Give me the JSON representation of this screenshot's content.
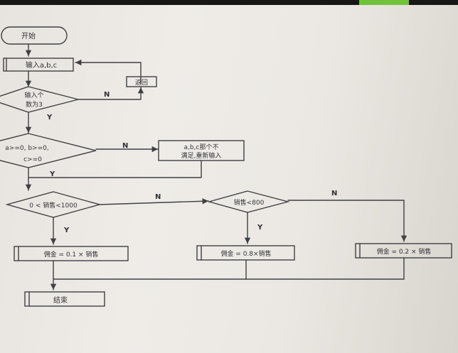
{
  "diagram": {
    "start": "开始",
    "input": "输入a,b,c",
    "return": "返回",
    "decision_count": [
      "输入个",
      "数为3"
    ],
    "decision_positive": [
      "a>=0, b>=0,",
      "c>=0"
    ],
    "error_message": [
      "a,b,c那个不",
      "满足,重新输入"
    ],
    "decision_sales_1000": "0 < 销售<1000",
    "decision_sales_800": "销售<800",
    "bonus_01": "佣金 = 0.1 × 销售",
    "bonus_08": "佣金 = 0.8×销售",
    "bonus_02": "佣金 = 0.2 × 销售",
    "end": "结束",
    "labels": {
      "yes": "Y",
      "no": "N"
    }
  }
}
